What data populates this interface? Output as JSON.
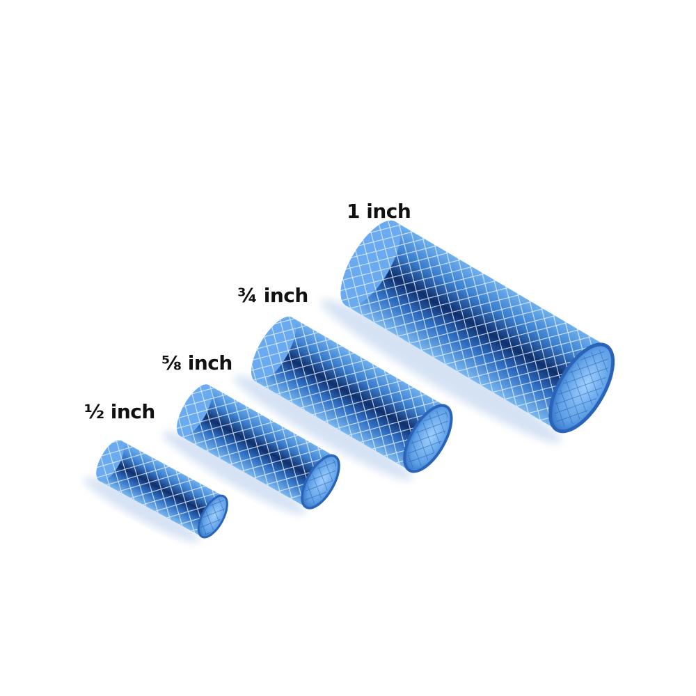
{
  "hoses": [
    {
      "key": "half",
      "label": "½ inch"
    },
    {
      "key": "five_eighths",
      "label": "⅝ inch"
    },
    {
      "key": "three_quarters",
      "label": "¾ inch"
    },
    {
      "key": "one",
      "label": "1 inch"
    }
  ],
  "colors": {
    "background": "#ffffff",
    "hose_blue": "#4a90d9",
    "hose_dark": "#0f2f6b",
    "mesh": "#e8f2ff",
    "label_text": "#111111"
  }
}
